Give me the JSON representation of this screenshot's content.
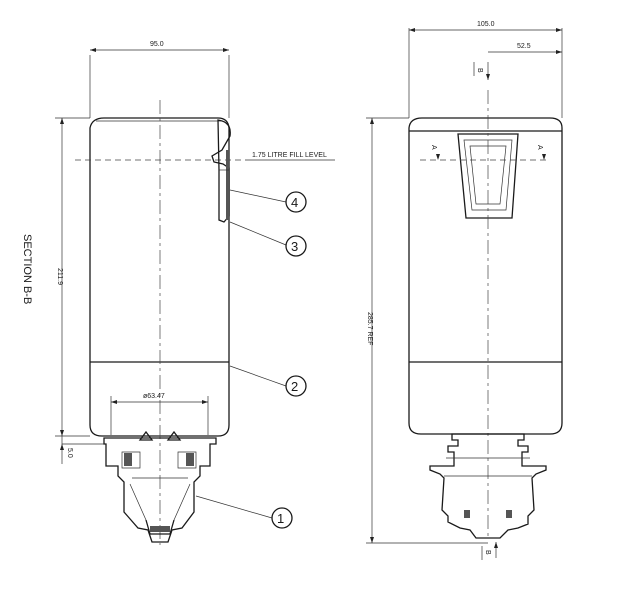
{
  "left_view": {
    "section_label": "SECTION B-B",
    "dims": {
      "top_width": "95.0",
      "height": "211.9",
      "bottom_offset": "5.0",
      "neck_diameter": "ø63.47"
    },
    "fill_level_note": "1.75 LITRE FILL LEVEL"
  },
  "right_view": {
    "dims": {
      "overall_width": "105.0",
      "half_width": "52.5",
      "overall_height": "285.7 REF"
    },
    "section_marks": {
      "top": "B",
      "bottom": "B",
      "left": "A",
      "right": "A"
    }
  },
  "balloons": [
    "1",
    "2",
    "3",
    "4"
  ]
}
